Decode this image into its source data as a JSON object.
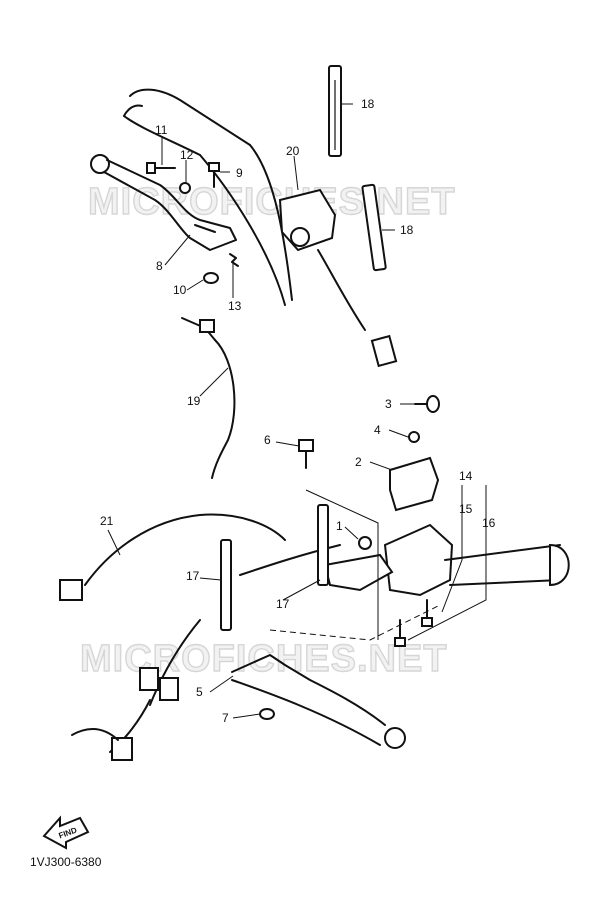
{
  "watermarks": [
    "MICROFICHES.NET",
    "MICROFICHES.NET"
  ],
  "callouts": [
    "1",
    "2",
    "3",
    "4",
    "5",
    "6",
    "7",
    "8",
    "9",
    "10",
    "11",
    "12",
    "13",
    "14",
    "15",
    "16",
    "17",
    "17",
    "18",
    "18",
    "19",
    "20",
    "21"
  ],
  "find_label": "FIND",
  "drawing_code": "1VJ300-6380"
}
